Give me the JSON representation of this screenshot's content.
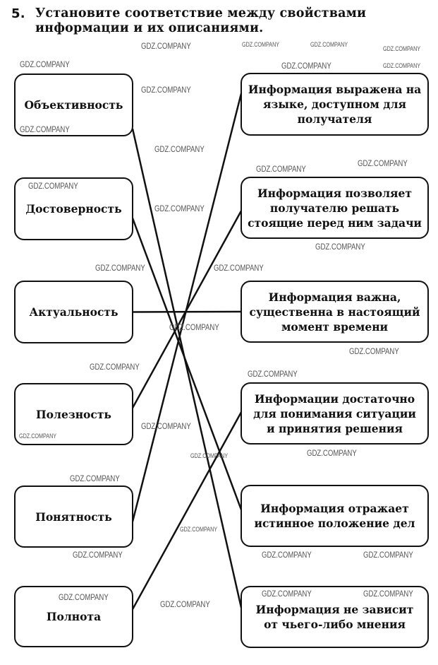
{
  "task": {
    "number": "5.",
    "text": "Установите соответствие между свойствами информации и их описаниями."
  },
  "properties": [
    {
      "label": "Объективность"
    },
    {
      "label": "Достоверность"
    },
    {
      "label": "Актуальность"
    },
    {
      "label": "Полезность"
    },
    {
      "label": "Понятность"
    },
    {
      "label": "Полнота"
    }
  ],
  "descriptions": [
    {
      "label": "Информация выражена на языке, доступном для получателя"
    },
    {
      "label": "Информация позволяет получателю решать стоящие перед ним задачи"
    },
    {
      "label": "Информация важна, существенна в настоящий момент времени"
    },
    {
      "label": "Информации достаточно для понимания ситуации и принятия решения"
    },
    {
      "label": "Информация отражает истинное положение дел"
    },
    {
      "label": "Информация не зависит от чьего-либо мнения"
    }
  ],
  "matches": [
    {
      "property": "Объективность",
      "description_index": 5
    },
    {
      "property": "Достоверность",
      "description_index": 4
    },
    {
      "property": "Актуальность",
      "description_index": 2
    },
    {
      "property": "Полезность",
      "description_index": 1
    },
    {
      "property": "Понятность",
      "description_index": 0
    },
    {
      "property": "Полнота",
      "description_index": 3
    }
  ],
  "watermark": "GDZ.COMPANY",
  "colors": {
    "ink": "#111111",
    "watermark": "#555555",
    "background": "#ffffff"
  }
}
